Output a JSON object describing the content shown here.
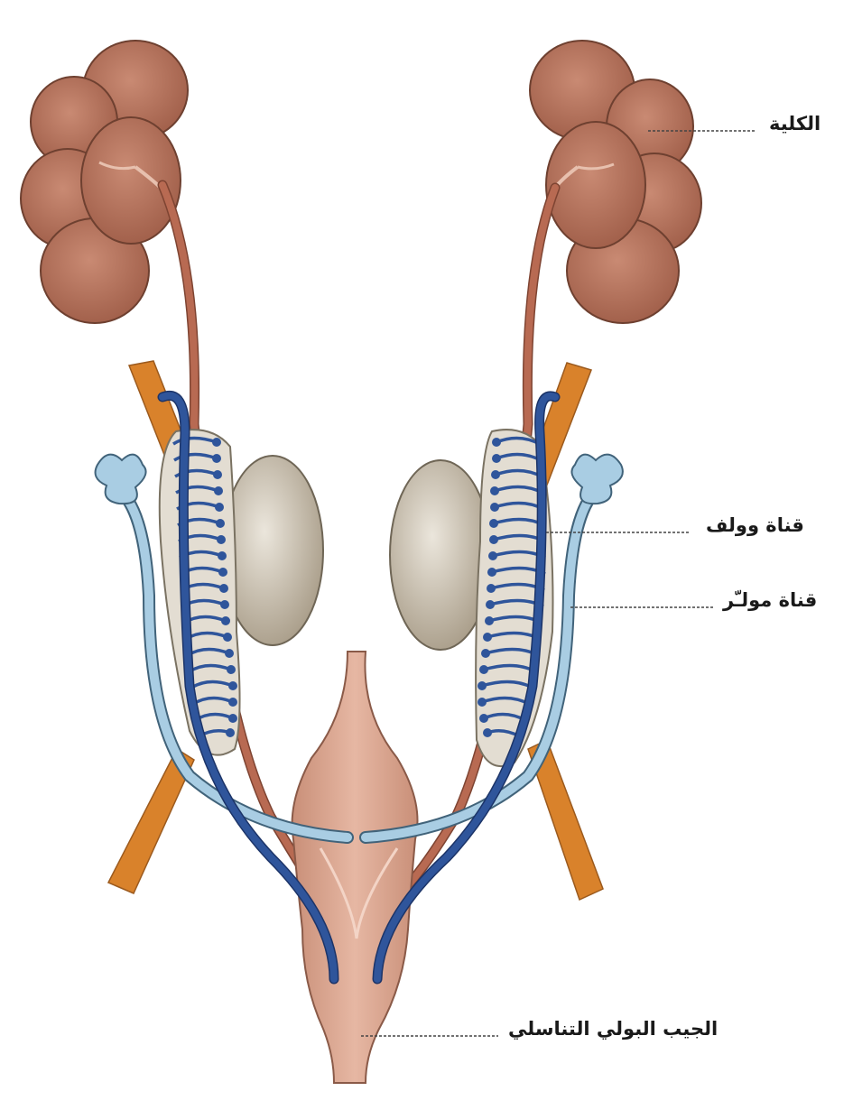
{
  "labels": {
    "kidney": "الكلية",
    "wolffian_duct": "قناة وولف",
    "mullerian_duct": "قناة مولـّر",
    "urogenital_sinus": "الجيب البولي التناسلي"
  },
  "colors": {
    "kidney": "#b06e58",
    "kidney_outline": "#6e4030",
    "ureter": "#b86a52",
    "gonad": "#cdc5b6",
    "mesonephros": "#e3ddd2",
    "wolffian_duct": "#2f559b",
    "mullerian_duct": "#a9cde3",
    "vessel": "#d9822b",
    "sinus": "#d8a58f",
    "leader_line": "#444444"
  }
}
